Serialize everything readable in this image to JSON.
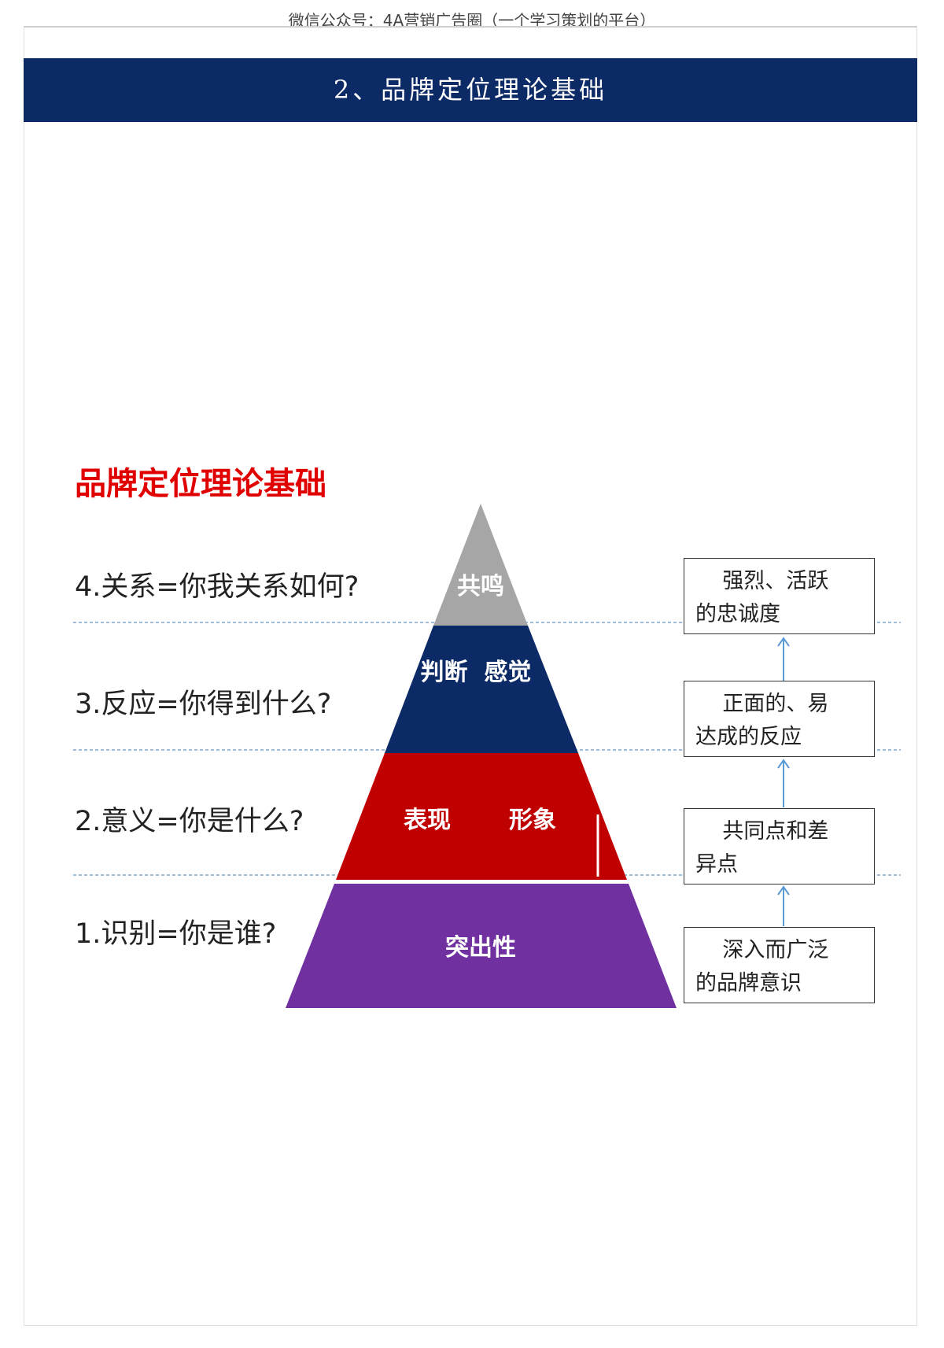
{
  "header": {
    "caption": "微信公众号：4A营销广告圈（一个学习策划的平台）"
  },
  "banner": {
    "title": "2、品牌定位理论基础"
  },
  "slide": {
    "title": "品牌定位理论基础"
  },
  "levels": [
    {
      "question": "4.关系=你我关系如何?",
      "tier": "共鸣",
      "tier_color": "#a6a6a6",
      "box_line1": "    强烈、活跃",
      "box_line2": "的忠诚度"
    },
    {
      "question": "3.反应=你得到什么?",
      "tier": "判断  感觉",
      "tier_color": "#0c2a66",
      "box_line1": "    正面的、易",
      "box_line2": "达成的反应"
    },
    {
      "question": "2.意义=你是什么?",
      "tier_left": "表现",
      "tier_right": "形象",
      "tier_color": "#c00000",
      "box_line1": "    共同点和差",
      "box_line2": "异点"
    },
    {
      "question": "1.识别=你是谁?",
      "tier": "突出性",
      "tier_color": "#7030a0",
      "box_line1": "    深入而广泛",
      "box_line2": "的品牌意识"
    }
  ],
  "colors": {
    "banner": "#0c2a66",
    "title": "#e00000",
    "arrow": "#5b9bd5",
    "divider": "#7fa7cf"
  }
}
